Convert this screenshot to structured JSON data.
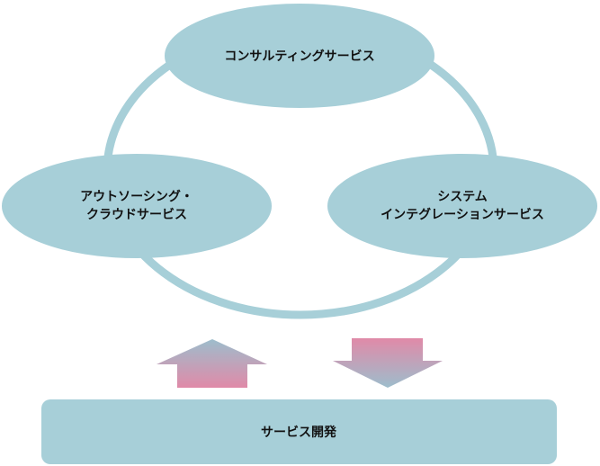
{
  "colors": {
    "node_fill": "#a7cfd8",
    "ring_stroke": "#a7cfd8",
    "arrow_top": "#e08aa8",
    "arrow_bottom": "#9dbdcc",
    "text": "#111111"
  },
  "nodes": {
    "consulting": {
      "label": "コンサルティングサービス"
    },
    "outsourcing": {
      "line1": "アウトソーシング・",
      "line2": "クラウドサービス"
    },
    "integration": {
      "line1": "システム",
      "line2": "インテグレーションサービス"
    }
  },
  "base": {
    "label": "サービス開発"
  },
  "arrows": {
    "up": "arrow-up-icon",
    "down": "arrow-down-icon"
  }
}
